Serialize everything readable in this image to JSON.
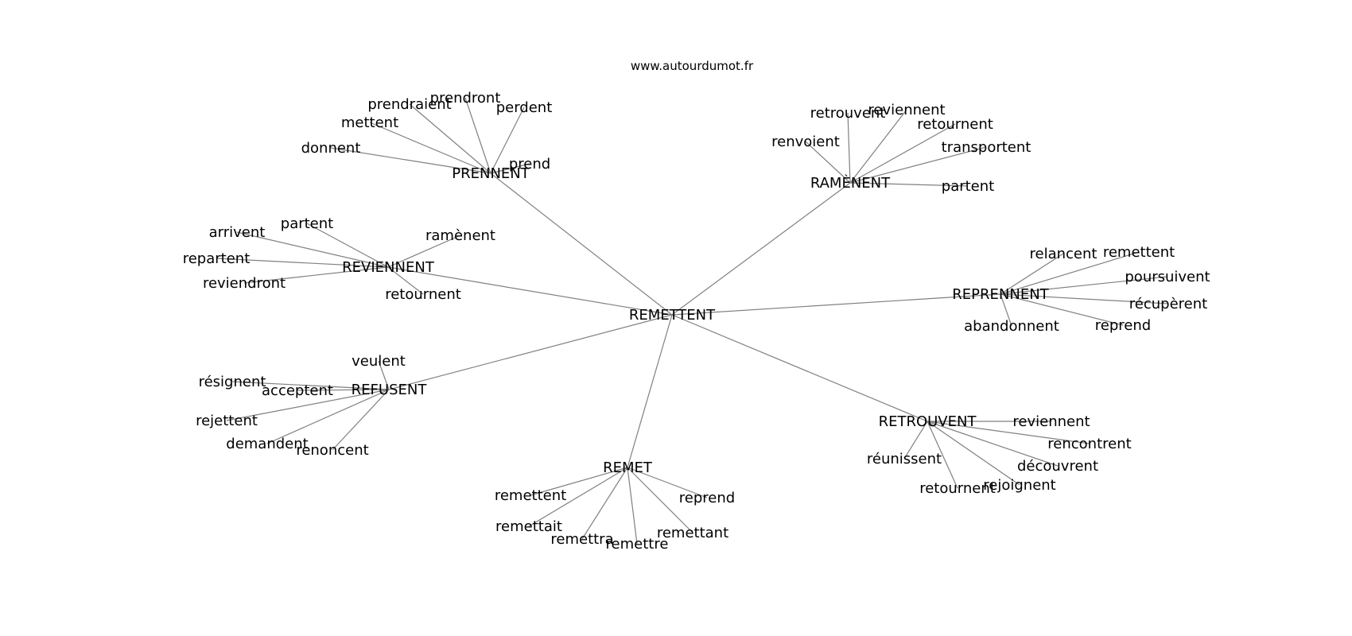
{
  "source": "www.autourdumot.fr",
  "graph": {
    "root": "REMETTENT",
    "groups": [
      {
        "hub": "PRENNENT",
        "words": [
          "donnent",
          "mettent",
          "prendraient",
          "prendront",
          "perdent",
          "prend"
        ]
      },
      {
        "hub": "RAMÈNENT",
        "words": [
          "renvoient",
          "retrouvent",
          "reviennent",
          "retournent",
          "transportent",
          "partent"
        ]
      },
      {
        "hub": "REVIENNENT",
        "words": [
          "arrivent",
          "partent",
          "ramènent",
          "repartent",
          "reviendront",
          "retournent"
        ]
      },
      {
        "hub": "REPRENNENT",
        "words": [
          "relancent",
          "remettent",
          "poursuivent",
          "récupèrent",
          "reprend",
          "abandonnent"
        ]
      },
      {
        "hub": "REFUSENT",
        "words": [
          "veulent",
          "résignent",
          "acceptent",
          "rejettent",
          "demandent",
          "renoncent"
        ]
      },
      {
        "hub": "RETROUVENT",
        "words": [
          "reviennent",
          "rencontrent",
          "découvrent",
          "rejoignent",
          "retournent",
          "réunissent"
        ]
      },
      {
        "hub": "REMET",
        "words": [
          "remettent",
          "reprend",
          "remettait",
          "remettra",
          "remettre",
          "remettant"
        ]
      }
    ]
  }
}
